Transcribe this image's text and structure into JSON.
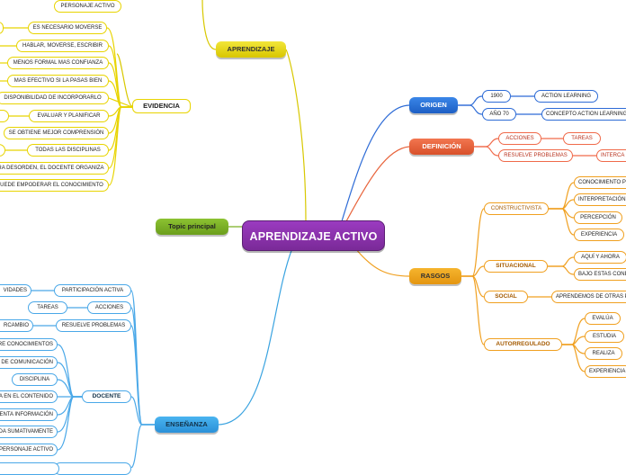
{
  "root": "APRENDIZAJE ACTIVO",
  "branches": {
    "aprendizaje": "APRENDIZAJE",
    "evidencia": "EVIDENCIA",
    "topic": "Topic principal",
    "ensenanza": "ENSEÑANZA",
    "origen": "ORIGEN",
    "definicion": "DEFINICIÓN",
    "rasgos": "RASGOS"
  },
  "aprendizaje_items": [
    "PERSONAJE ACTIVO"
  ],
  "evidencia_items": [
    "ES NECESARIO MOVERSE",
    "HABLAR, MOVERSE, ESCRIBIR",
    "MENOS FORMAL MAS CONFIANZA",
    "MAS EFECTIVO SI LA PASAS BIEN",
    "DISPONIBILIDAD DE INCORPORARLO",
    "EVALUAR Y PLANIFICAR",
    "SE OBTIENE MEJOR COMPRENSIÓN",
    "TODAS LAS DISCIPLINAS",
    "RA DESORDEN, EL DOCENTE ORGANIZA",
    "PUEDE EMPODERAR EL CONOCIMIENTO"
  ],
  "ensenanza": {
    "participacion": "PARTICIPACIÓN ACTIVA",
    "participacion_child": "VIDADES",
    "acciones": "ACCIONES",
    "acciones_child": "TAREAS",
    "resuelve": "RESUELVE PROBLEMAS",
    "resuelve_child": "RCAMBIO",
    "docente": "DOCENTE",
    "docente_items": [
      "RE CONOCIMIENTOS",
      "DE COMUNICACIÓN",
      "DISCIPLINA",
      "A EN EL CONTENIDO",
      "ENTA INFORMACIÓN",
      "DA SUMATIVAMENTE",
      "PERSONAJE ACTIVO"
    ]
  },
  "origen": {
    "years": [
      "1900",
      "AÑO 70"
    ],
    "concepts": [
      "ACTION LEARNING",
      "CONCEPTO ACTION LEARNING"
    ]
  },
  "definicion": {
    "acciones": "ACCIONES",
    "tareas": "TAREAS",
    "resuelve": "RESUELVE PROBLEMAS",
    "intercambio": "INTERCA"
  },
  "rasgos": {
    "constructivista": "CONSTRUCTIVISTA",
    "constructivista_items": [
      "CONOCIMIENTO P",
      "INTERPRETACIÓN",
      "PERCEPCIÓN",
      "EXPERIENCIA"
    ],
    "situacional": "SITUACIONAL",
    "situacional_items": [
      "AQUÍ Y AHORA",
      "BAJO ESTAS CONE"
    ],
    "social": "SOCIAL",
    "social_items": [
      "APRENDEMOS DE OTRAS P"
    ],
    "autorregulado": "AUTORREGULADO",
    "autorregulado_items": [
      "EVALÚA",
      "ESTUDIA",
      "REALIZA",
      "EXPERIENCIA"
    ]
  }
}
